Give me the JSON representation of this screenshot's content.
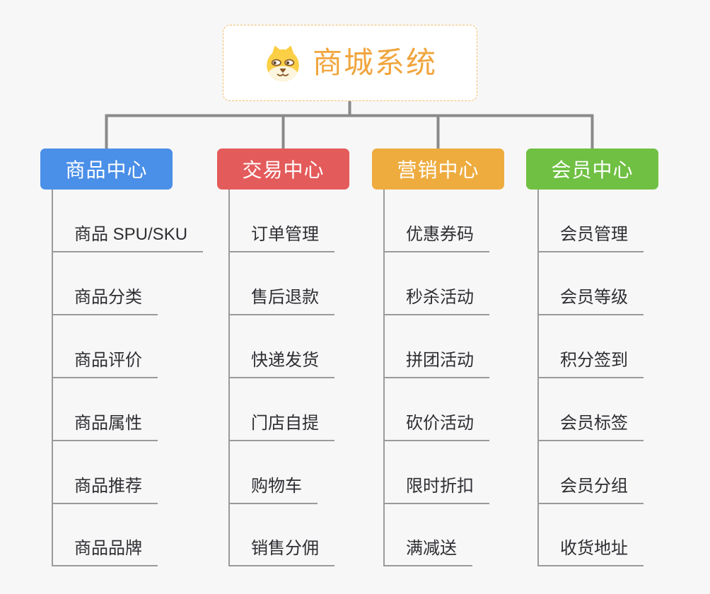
{
  "page": {
    "background_color": "#f7f7f7",
    "connector_color": "#8a8a8a",
    "underline_color": "#9a9a9a",
    "child_text_color": "#2e2e33"
  },
  "root": {
    "title": "商城系统",
    "icon": "dog-face-icon",
    "text_color": "#f0a53e",
    "border_color": "#f3bc67",
    "background_color": "#ffffff"
  },
  "branches": [
    {
      "label": "商品中心",
      "color": "#4a8fe8",
      "items": [
        "商品 SPU/SKU",
        "商品分类",
        "商品评价",
        "商品属性",
        "商品推荐",
        "商品品牌"
      ]
    },
    {
      "label": "交易中心",
      "color": "#e45b5b",
      "items": [
        "订单管理",
        "售后退款",
        "快递发货",
        "门店自提",
        "购物车",
        "销售分佣"
      ]
    },
    {
      "label": "营销中心",
      "color": "#eeac3f",
      "items": [
        "优惠券码",
        "秒杀活动",
        "拼团活动",
        "砍价活动",
        "限时折扣",
        "满减送"
      ]
    },
    {
      "label": "会员中心",
      "color": "#6fc043",
      "items": [
        "会员管理",
        "会员等级",
        "积分签到",
        "会员标签",
        "会员分组",
        "收货地址"
      ]
    }
  ]
}
